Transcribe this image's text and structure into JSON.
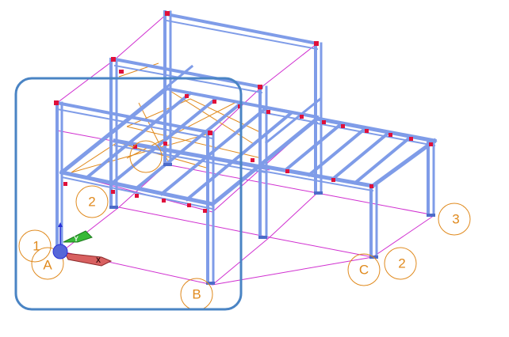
{
  "viewport": {
    "background": "#ffffff",
    "colors": {
      "steel": "#7f9ce8",
      "steel_dark": "#4d6cc9",
      "grid_line": "#d02fd0",
      "bracing": "#e08a1e",
      "connection": "#e0103a",
      "gridmark": "#e08a1e",
      "selection_frame": "#4a84c4",
      "axis_x": "#c84848",
      "axis_y": "#38b838",
      "axis_z": "#2830d8"
    }
  },
  "grid_labels": {
    "a": "A",
    "b": "B",
    "c": "C",
    "one": "1",
    "two_left": "2",
    "two_right": "2",
    "three": "3"
  },
  "axis_triad": {
    "x_label": "X",
    "y_label": "Y",
    "icon": "ucs-axis-icon"
  }
}
